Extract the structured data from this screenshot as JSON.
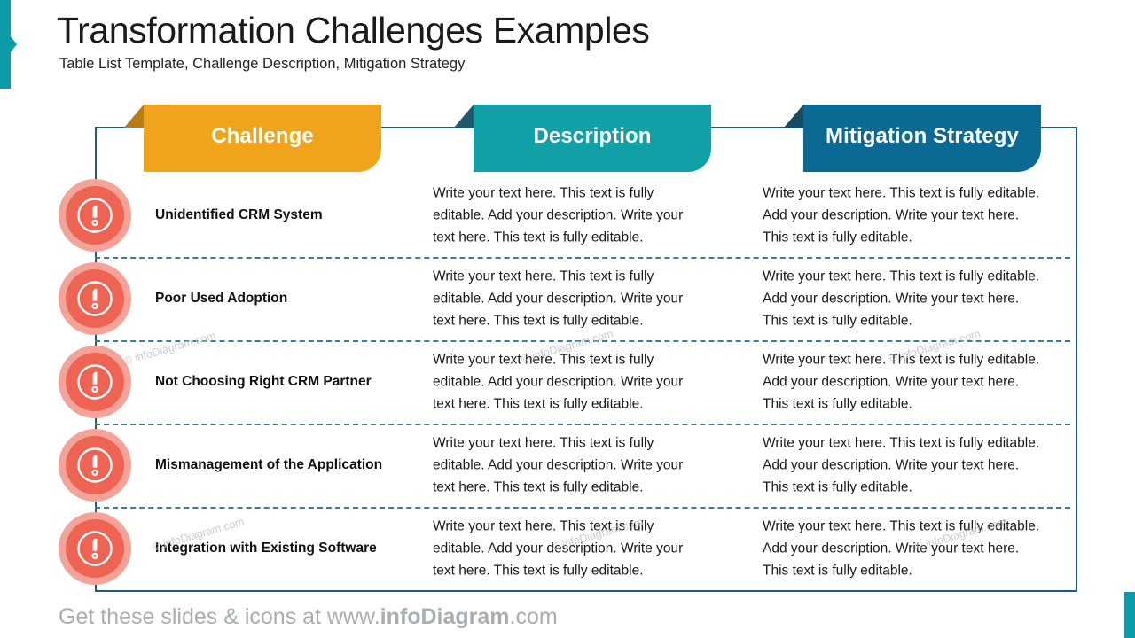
{
  "header": {
    "title": "Transformation Challenges Examples",
    "subtitle": "Table List Template, Challenge Description, Mitigation Strategy"
  },
  "columns": [
    {
      "label": "Challenge",
      "color": "#EFA41C",
      "fold_color": "#B87D10",
      "name": "challenge"
    },
    {
      "label": "Description",
      "color": "#11A0A6",
      "fold_color": "#1C5A6B",
      "name": "description"
    },
    {
      "label": "Mitigation Strategy",
      "color": "#0A6A93",
      "fold_color": "#174A63",
      "name": "mitigation-strategy"
    }
  ],
  "rows": [
    {
      "icon": "warning-exclamation-icon",
      "challenge": "Unidentified CRM System",
      "description": "Write your text here. This text is fully editable. Add your description. Write your text here. This text is fully editable.",
      "mitigation": "Write your text here. This text is fully editable. Add your description. Write your text here. This text is fully editable."
    },
    {
      "icon": "warning-exclamation-icon",
      "challenge": "Poor Used Adoption",
      "description": "Write your text here. This text is fully editable. Add your description. Write your text here. This text is fully editable.",
      "mitigation": "Write your text here. This text is fully editable. Add your description. Write your text here. This text is fully editable."
    },
    {
      "icon": "warning-exclamation-icon",
      "challenge": "Not Choosing Right CRM Partner",
      "description": "Write your text here. This text is fully editable. Add your description. Write your text here. This text is fully editable.",
      "mitigation": "Write your text here. This text is fully editable. Add your description. Write your text here. This text is fully editable."
    },
    {
      "icon": "warning-exclamation-icon",
      "challenge": "Mismanagement of the Application",
      "description": "Write your text here. This text is fully editable. Add your description. Write your text here. This text is fully editable.",
      "mitigation": "Write your text here. This text is fully editable. Add your description. Write your text here. This text is fully editable."
    },
    {
      "icon": "warning-exclamation-icon",
      "challenge": "Integration with Existing Software",
      "description": "Write your text here. This text is fully editable. Add your description. Write your text here. This text is fully editable.",
      "mitigation": "Write your text here. This text is fully editable. Add your description. Write your text here. This text is fully editable."
    }
  ],
  "watermark": {
    "text": "© infoDiagram.com",
    "color": "#BFC4C9"
  },
  "footer": {
    "prefix": "Get these slides & icons at www.",
    "brand": "infoDiagram",
    "suffix": ".com"
  },
  "accents": {
    "left_bar_color": "#0B9CA8",
    "right_bar_color": "#0B9CA8",
    "frame_border_color": "#1F5E72",
    "row_divider_color": "#3C7D93",
    "icon_ring_color": "#F4A399",
    "icon_core_color": "#EE6352"
  }
}
